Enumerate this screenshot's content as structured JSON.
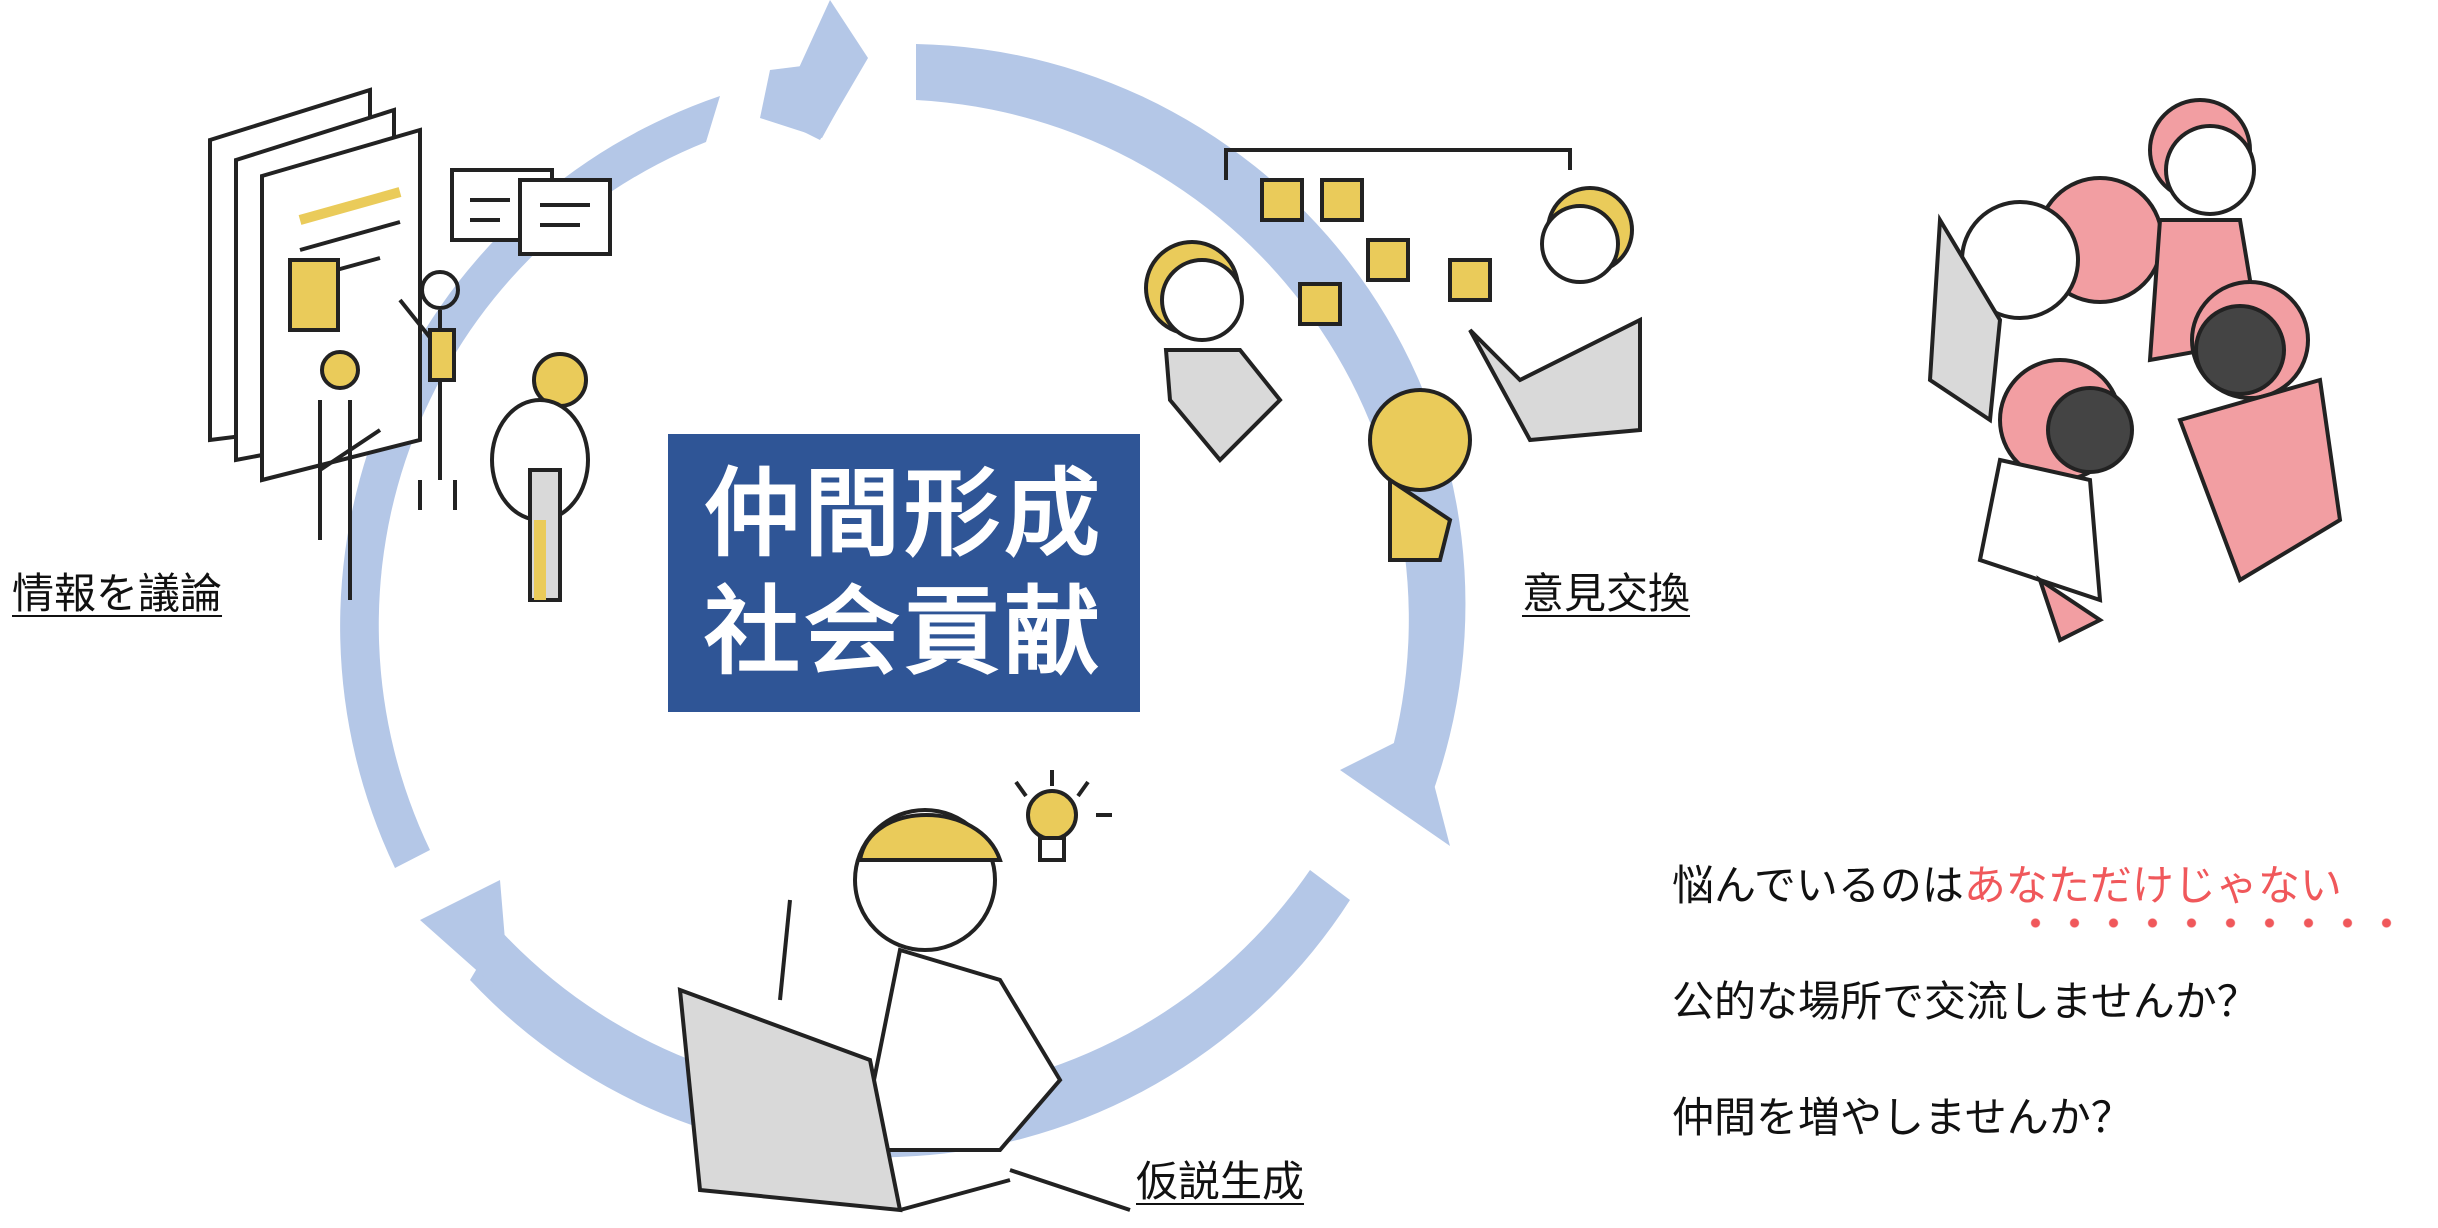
{
  "center": {
    "line1": "仲間形成",
    "line2": "社会貢献"
  },
  "stages": {
    "discuss": "情報を議論",
    "exchange": "意見交換",
    "hypothesis": "仮説生成"
  },
  "messages": {
    "line1_prefix": "悩んでいるのは",
    "line1_highlight": "あなただけじゃない",
    "line2": "公的な場所で交流しませんか？",
    "line3": "仲間を増やしませんか？"
  },
  "colors": {
    "cycle_arrow": "#b4c7e7",
    "center_box": "#2f5596",
    "highlight": "#f0585b",
    "accent_yellow": "#eacb5a",
    "accent_pink": "#f29ea2"
  },
  "icons": [
    "cycle-arrow",
    "discussion-illustration",
    "sticky-notes-illustration",
    "laptop-idea-illustration",
    "people-circle-illustration",
    "lightbulb-icon",
    "speech-bubble-icon"
  ]
}
